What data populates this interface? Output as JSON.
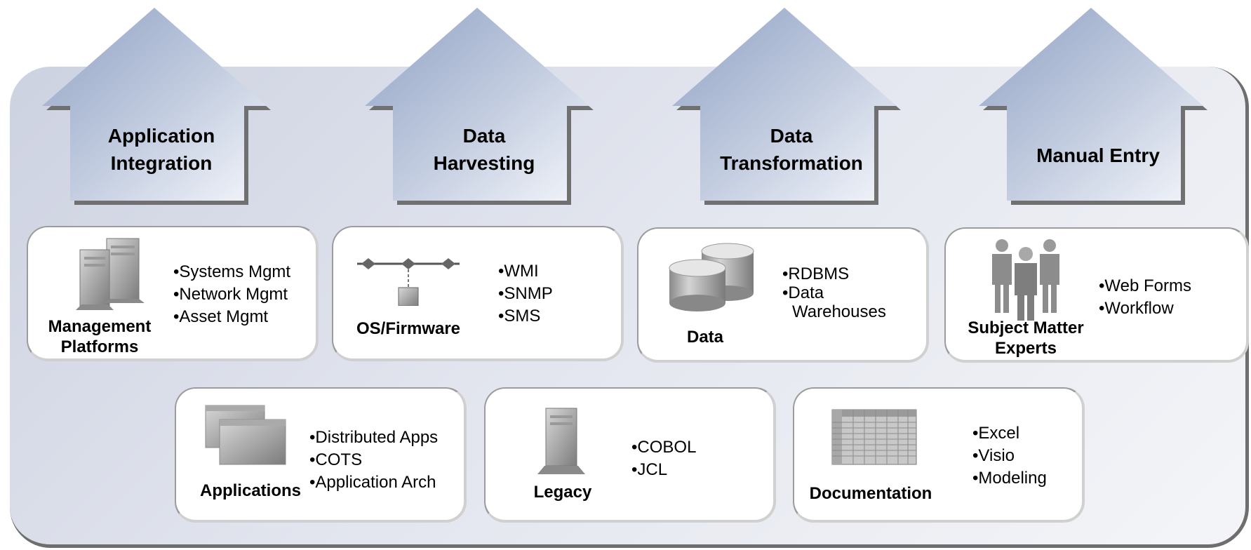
{
  "houses": [
    {
      "label_line1": "Application",
      "label_line2": "Integration"
    },
    {
      "label_line1": "Data",
      "label_line2": "Harvesting"
    },
    {
      "label_line1": "Data",
      "label_line2": "Transformation"
    },
    {
      "label_line1": "Manual Entry",
      "label_line2": ""
    }
  ],
  "cards": [
    {
      "title_line1": "Management",
      "title_line2": "Platforms",
      "icon": "server-rack-icon",
      "bullets": [
        "Systems Mgmt",
        "Network Mgmt",
        "Asset Mgmt"
      ]
    },
    {
      "title_line1": "OS/Firmware",
      "title_line2": "",
      "icon": "network-nodes-icon",
      "bullets": [
        "WMI",
        "SNMP",
        "SMS"
      ]
    },
    {
      "title_line1": "Data",
      "title_line2": "",
      "icon": "database-cylinders-icon",
      "bullets": [
        "RDBMS",
        "Data",
        "Warehouses"
      ]
    },
    {
      "title_line1": "Subject Matter",
      "title_line2": "Experts",
      "icon": "people-group-icon",
      "bullets": [
        "Web Forms",
        "Workflow"
      ]
    },
    {
      "title_line1": "Applications",
      "title_line2": "",
      "icon": "application-windows-icon",
      "bullets": [
        "Distributed Apps",
        "COTS",
        "Application Arch"
      ]
    },
    {
      "title_line1": "Legacy",
      "title_line2": "",
      "icon": "mainframe-icon",
      "bullets": [
        "COBOL",
        "JCL"
      ]
    },
    {
      "title_line1": "Documentation",
      "title_line2": "",
      "icon": "spreadsheet-grid-icon",
      "bullets": [
        "Excel",
        "Visio",
        "Modeling"
      ]
    }
  ]
}
